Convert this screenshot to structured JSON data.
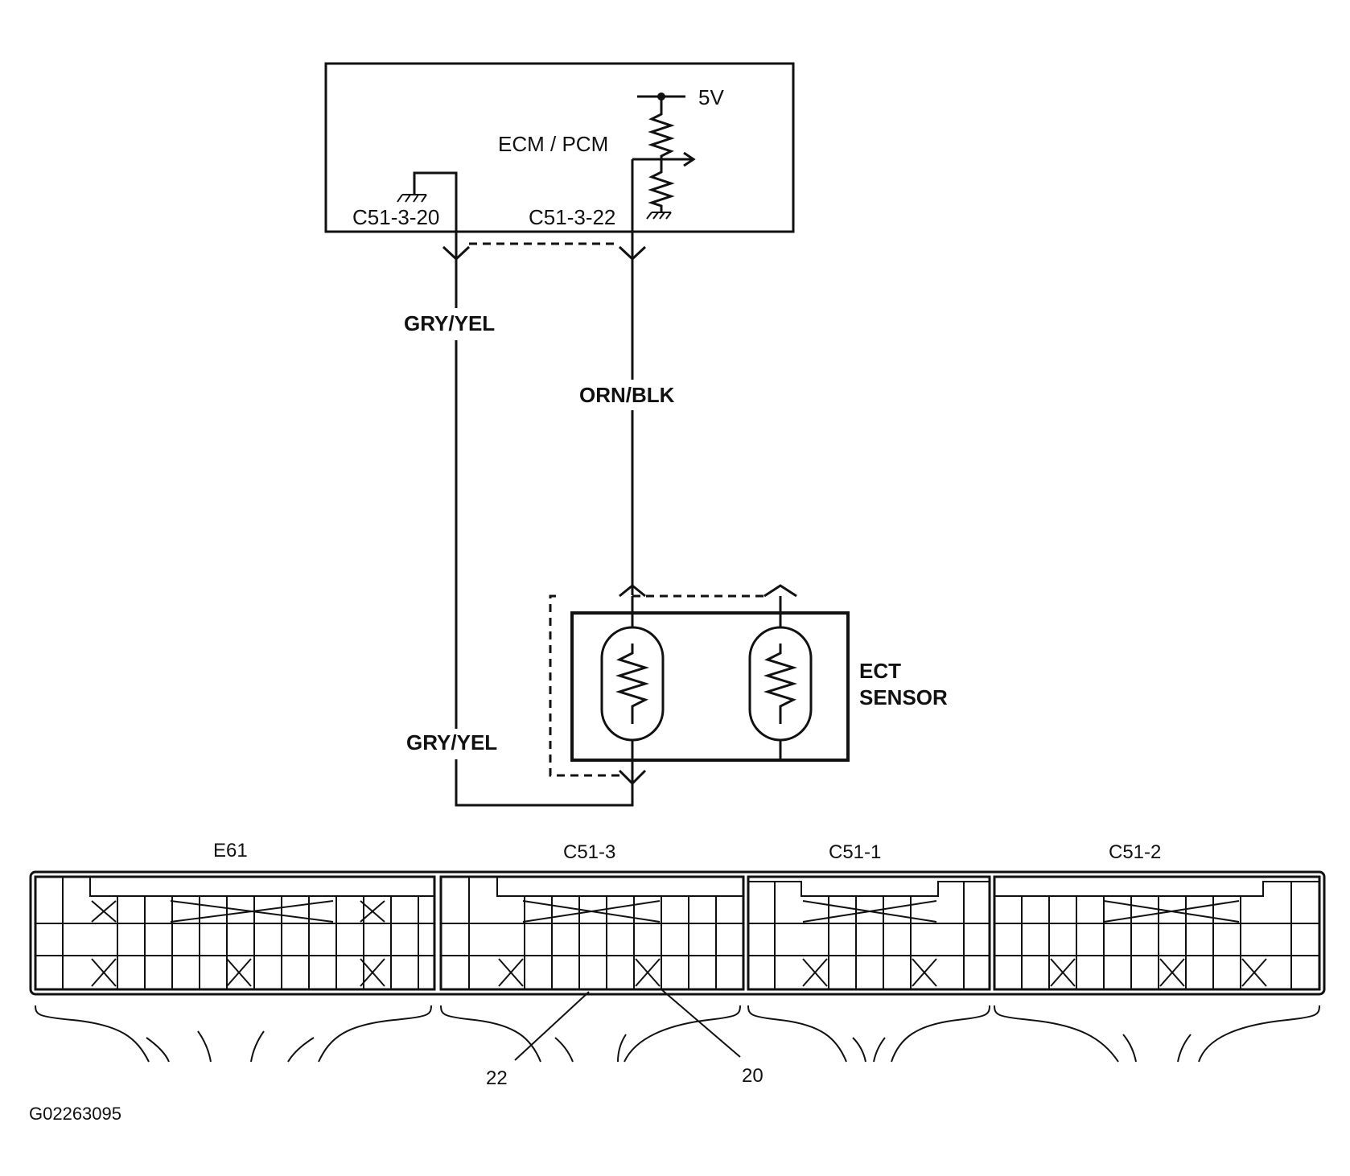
{
  "ecm": {
    "label": "ECM / PCM",
    "supply_voltage": "5V",
    "pin_ground": "C51-3-20",
    "pin_signal": "C51-3-22"
  },
  "wires": {
    "ground_top": "GRY/YEL",
    "signal": "ORN/BLK",
    "ground_bottom": "GRY/YEL"
  },
  "sensor": {
    "line1": "ECT",
    "line2": "SENSOR"
  },
  "connectors": [
    "E61",
    "C51-3",
    "C51-1",
    "C51-2"
  ],
  "callouts": {
    "pin_22": "22",
    "pin_20": "20"
  },
  "figure_id": "G02263095"
}
